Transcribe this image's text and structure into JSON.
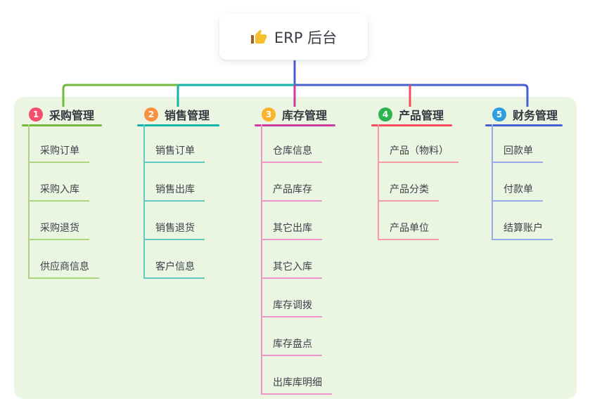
{
  "root": {
    "icon": "thumbs-up-icon",
    "label": "ERP 后台"
  },
  "branches": [
    {
      "number": "1",
      "label": "采购管理",
      "color": "#74b93c",
      "light_color": "#a9d67f",
      "badge_color": "#f4506e",
      "children": [
        "采购订单",
        "采购入库",
        "采购退货",
        "供应商信息"
      ]
    },
    {
      "number": "2",
      "label": "销售管理",
      "color": "#12b3aa",
      "light_color": "#5fcac2",
      "badge_color": "#f8913d",
      "children": [
        "销售订单",
        "销售出库",
        "销售退货",
        "客户信息"
      ]
    },
    {
      "number": "3",
      "label": "库存管理",
      "color": "#ce3a9f",
      "light_color": "#ee96c8",
      "badge_color": "#f9b42c",
      "children": [
        "仓库信息",
        "产品库存",
        "其它出库",
        "其它入库",
        "库存调拨",
        "库存盘点",
        "出库库明细"
      ]
    },
    {
      "number": "4",
      "label": "产品管理",
      "color": "#f44b5e",
      "light_color": "#f79aa2",
      "badge_color": "#2cb453",
      "children": [
        "产品（物料）",
        "产品分类",
        "产品单位"
      ]
    },
    {
      "number": "5",
      "label": "财务管理",
      "color": "#475fd1",
      "light_color": "#97abe9",
      "badge_color": "#2d9fe0",
      "children": [
        "回款单",
        "付款单",
        "结算账户"
      ]
    }
  ],
  "colors": {
    "canvas_panel_bg": "#eaf6e2",
    "trunk_line": "#4a5ed0",
    "root_text": "#3a3d46",
    "thumb_hand": "#f6c02d",
    "thumb_cuff": "#a0622d"
  }
}
